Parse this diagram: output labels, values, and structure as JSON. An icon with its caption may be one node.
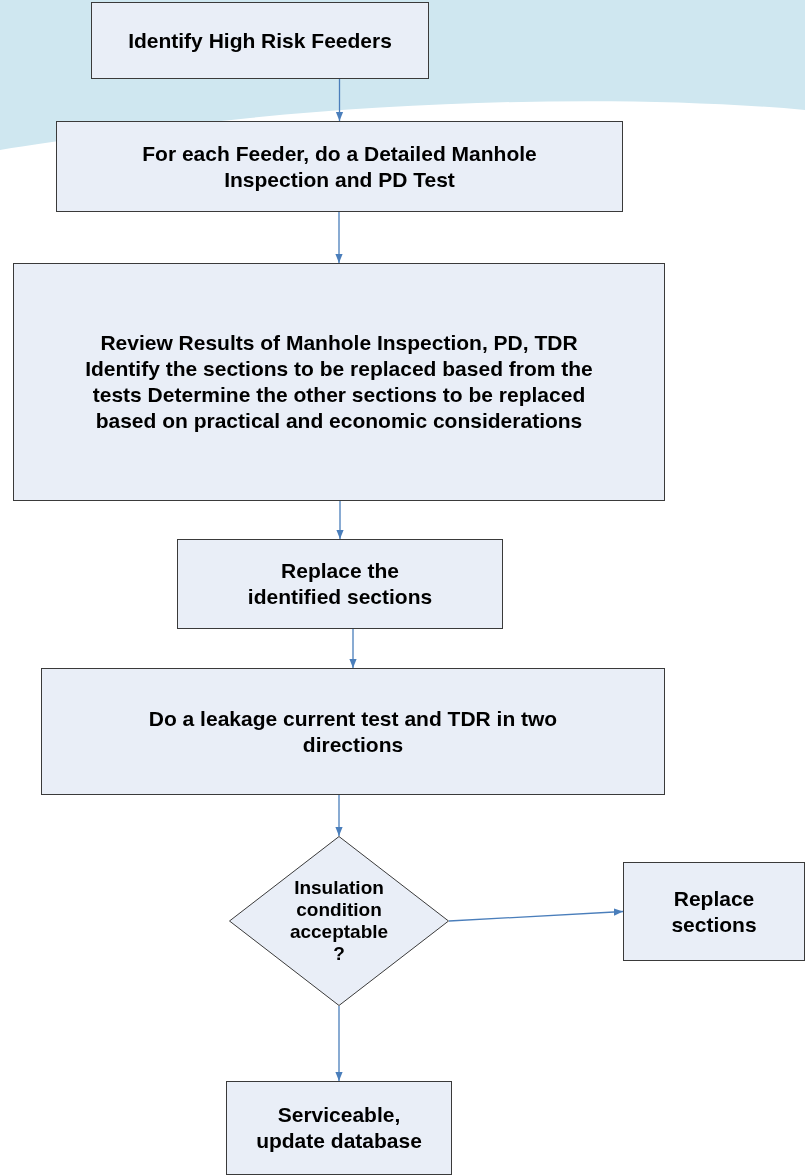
{
  "diagram": {
    "nodes": [
      {
        "text": [
          "Identify High Risk Feeders"
        ]
      },
      {
        "text": [
          "For each Feeder, do a Detailed Manhole Inspection and PD Test"
        ]
      },
      {
        "text": [
          "Review Results of Manhole Inspection, PD, TDR Identify the sections to be replaced based from the tests Determine the other sections to be replaced based on practical and economic considerations"
        ]
      },
      {
        "text": [
          "Replace the identified sections"
        ]
      },
      {
        "text": [
          "Do a leakage current test and TDR in two directions"
        ]
      },
      {
        "text": [
          "Insulation condition acceptable ?"
        ]
      },
      {
        "text": [
          "Replace sections"
        ]
      },
      {
        "text": [
          "Serviceable, update database"
        ]
      }
    ],
    "edges": [
      {
        "from": 0,
        "to": 1,
        "arrow": "to"
      },
      {
        "from": 1,
        "to": 2,
        "arrow": "to"
      },
      {
        "from": 2,
        "to": 3,
        "arrow": "to"
      },
      {
        "from": 3,
        "to": 4,
        "arrow": "to"
      },
      {
        "from": 4,
        "to": 5,
        "arrow": "to"
      },
      {
        "from": 5,
        "to": 6,
        "arrow": "to"
      },
      {
        "from": 5,
        "to": 7,
        "arrow": "to"
      }
    ]
  }
}
